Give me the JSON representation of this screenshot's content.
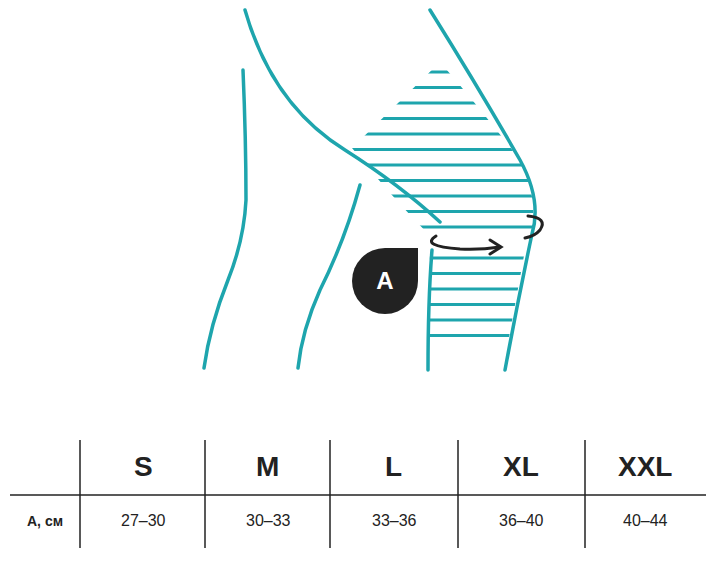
{
  "diagram": {
    "nodes": [
      {
        "text": [
          "A"
        ]
      }
    ],
    "labels": [
      "S",
      "M",
      "L",
      "XL",
      "XXL",
      "A, см",
      "27–30",
      "30–33",
      "33–36",
      "36–40",
      "40–44"
    ]
  }
}
